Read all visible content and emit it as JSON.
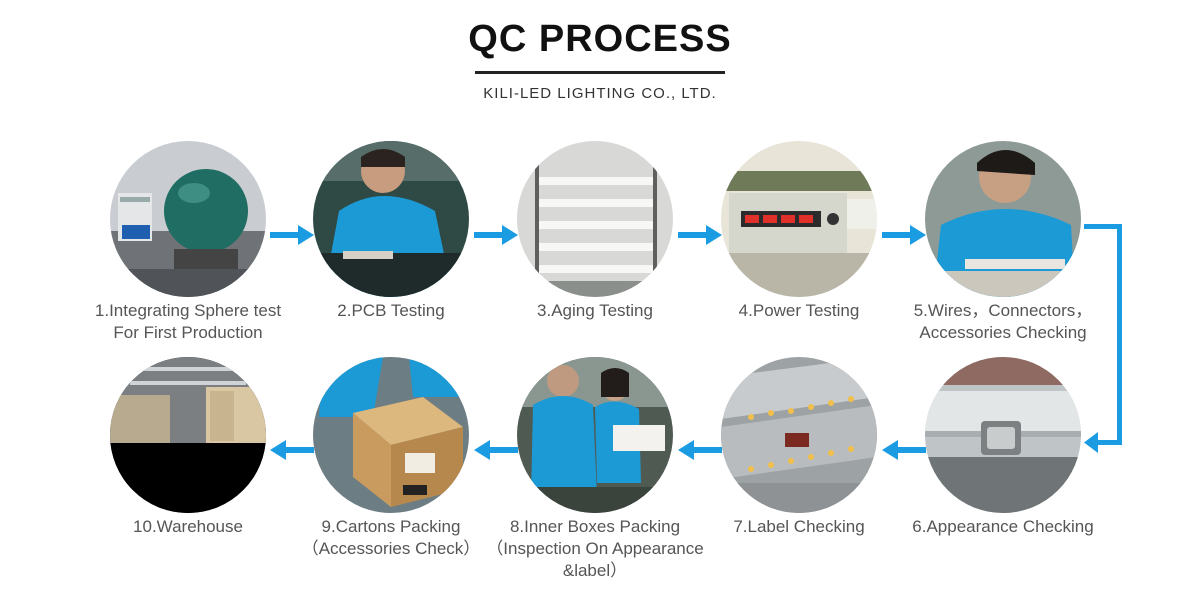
{
  "header": {
    "title": "QC PROCESS",
    "subtitle": "KILI-LED LIGHTING CO., LTD."
  },
  "accent_color": "#1a9be2",
  "steps": [
    {
      "lines": [
        "1.Integrating Sphere test",
        "For First Production"
      ]
    },
    {
      "lines": [
        "2.PCB Testing"
      ]
    },
    {
      "lines": [
        "3.Aging Testing"
      ]
    },
    {
      "lines": [
        "4.Power Testing"
      ]
    },
    {
      "lines": [
        "5.Wires，Connectors，",
        "Accessories Checking"
      ]
    },
    {
      "lines": [
        "6.Appearance Checking"
      ]
    },
    {
      "lines": [
        "7.Label Checking"
      ]
    },
    {
      "lines": [
        "8.Inner Boxes Packing",
        "（Inspection On Appearance",
        "&label）"
      ]
    },
    {
      "lines": [
        "9.Cartons Packing",
        "（Accessories Check）"
      ]
    },
    {
      "lines": [
        "10.Warehouse"
      ]
    }
  ]
}
